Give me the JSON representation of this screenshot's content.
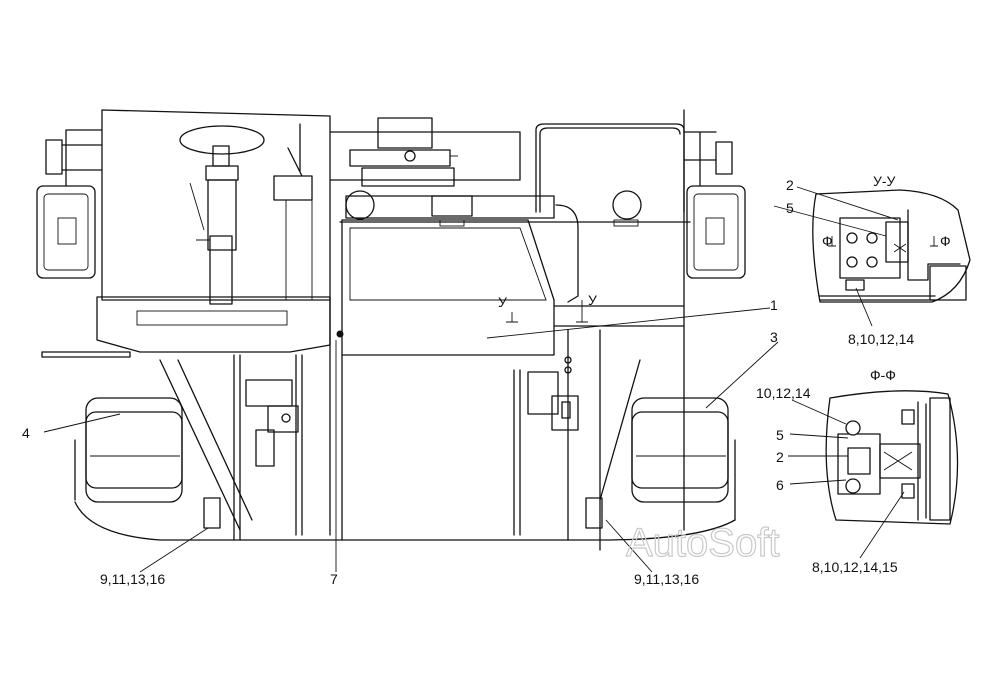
{
  "callouts": {
    "c1": "1",
    "c2_section_u": "2",
    "c5_section_u": "5",
    "c8_section_u": "8,10,12,14",
    "c3": "3",
    "c10_section_f": "10,12,14",
    "c5_section_f": "5",
    "c2_section_f": "2",
    "c6_section_f": "6",
    "c8_section_f": "8,10,12,14,15",
    "c4": "4",
    "c9_left": "9,11,13,16",
    "c7": "7",
    "c9_right": "9,11,13,16"
  },
  "sections": {
    "u_title": "У-У",
    "f_title": "Ф-Ф",
    "u_mark": "У",
    "f_mark": "Ф"
  },
  "watermark": "AutoSoft"
}
